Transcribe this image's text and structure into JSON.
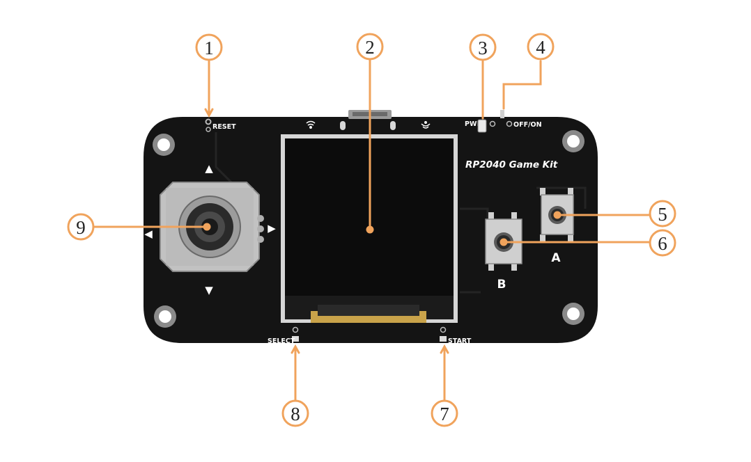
{
  "board": {
    "title": "RP2040 Game Kit",
    "reset_label": "RESET",
    "pwr_label": "PWR",
    "offon_label": "OFF/ON",
    "select_label": "SELECT",
    "start_label": "START",
    "button_a_label": "A",
    "button_b_label": "B"
  },
  "colors": {
    "callout": "#f0a35c",
    "pcb": "#141414",
    "screen": "#0c0c0c"
  },
  "icons": {
    "arrow_up": "▲",
    "arrow_down": "▼",
    "arrow_left": "◀",
    "arrow_right": "▶"
  },
  "callouts": [
    {
      "num": "1"
    },
    {
      "num": "2"
    },
    {
      "num": "3"
    },
    {
      "num": "4"
    },
    {
      "num": "5"
    },
    {
      "num": "6"
    },
    {
      "num": "7"
    },
    {
      "num": "8"
    },
    {
      "num": "9"
    }
  ]
}
